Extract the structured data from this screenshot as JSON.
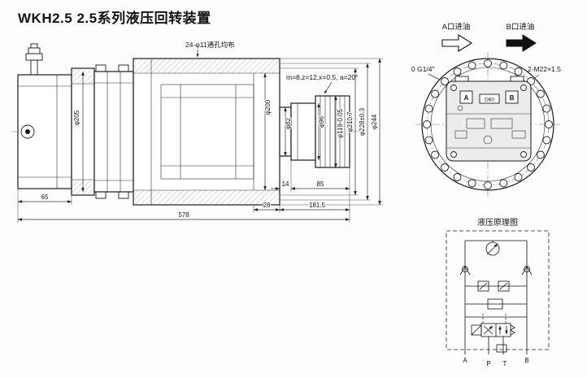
{
  "page": {
    "title": "WKH2.5  2.5系列液压回转装置"
  },
  "main_drawing": {
    "callouts": {
      "holes": "24-φ11通孔均布",
      "gear_params": "m=8,z=12,x=0.5, a=20°"
    },
    "diameters": {
      "d205": "φ205",
      "d200": "φ200",
      "d82": "φ82",
      "d96": "φ96",
      "d119": "φ119-0.05",
      "d210": "φ210.7",
      "d228": "φ228±0.3",
      "d244": "φ244"
    },
    "lengths": {
      "l65": "65",
      "l14": "14",
      "l28": "28",
      "l85": "85",
      "l181": "181.5",
      "l578": "578"
    }
  },
  "end_view": {
    "port_a_callout": "A口进油",
    "port_b_callout": "B口进油",
    "thread_left": "0 G1/4\"",
    "thread_right": "2-M22×1.5",
    "port_a": "A",
    "port_b": "B",
    "bore": "D60"
  },
  "schematic": {
    "title": "液压原理图",
    "port_a": "A",
    "port_b": "B",
    "port_p": "P",
    "port_t": "T"
  }
}
